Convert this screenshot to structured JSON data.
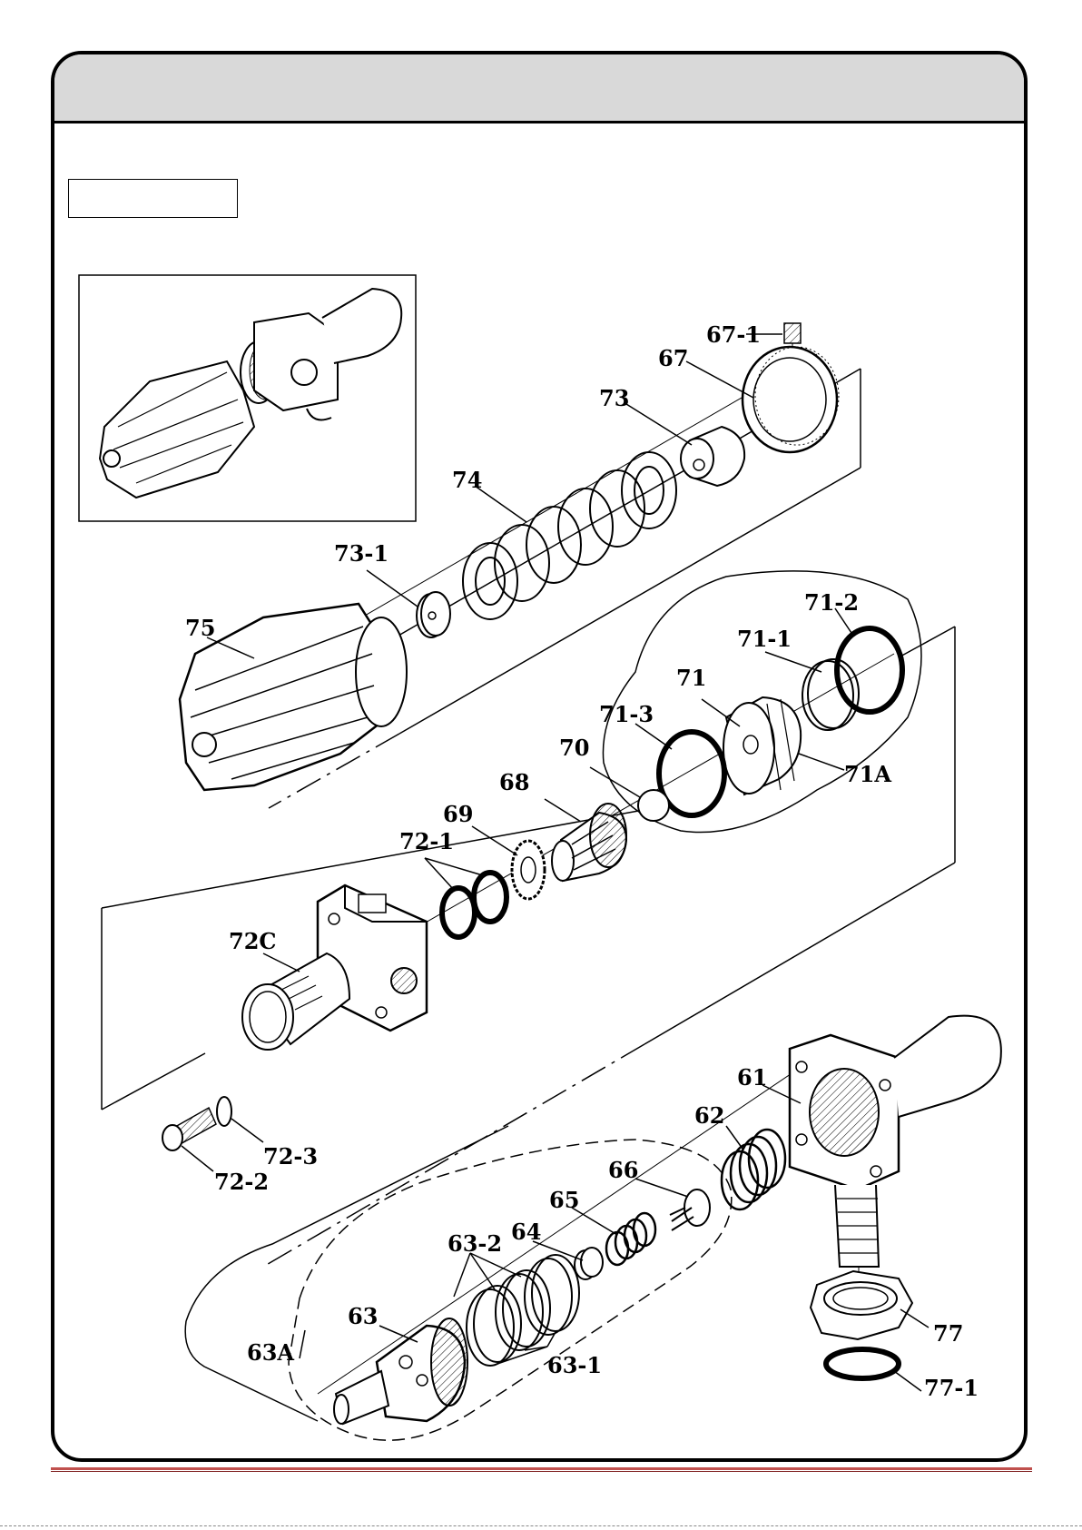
{
  "parts": [
    {
      "id": "p67-1",
      "label": "67-1"
    },
    {
      "id": "p67",
      "label": "67"
    },
    {
      "id": "p73",
      "label": "73"
    },
    {
      "id": "p74",
      "label": "74"
    },
    {
      "id": "p73-1",
      "label": "73-1"
    },
    {
      "id": "p75",
      "label": "75"
    },
    {
      "id": "p71-2",
      "label": "71-2"
    },
    {
      "id": "p71-1",
      "label": "71-1"
    },
    {
      "id": "p71",
      "label": "71"
    },
    {
      "id": "p71-3",
      "label": "71-3"
    },
    {
      "id": "p70",
      "label": "70"
    },
    {
      "id": "p71A",
      "label": "71A"
    },
    {
      "id": "p68",
      "label": "68"
    },
    {
      "id": "p69",
      "label": "69"
    },
    {
      "id": "p72-1",
      "label": "72-1"
    },
    {
      "id": "p72C",
      "label": "72C"
    },
    {
      "id": "p72-3",
      "label": "72-3"
    },
    {
      "id": "p72-2",
      "label": "72-2"
    },
    {
      "id": "p61",
      "label": "61"
    },
    {
      "id": "p62",
      "label": "62"
    },
    {
      "id": "p66",
      "label": "66"
    },
    {
      "id": "p65",
      "label": "65"
    },
    {
      "id": "p64",
      "label": "64"
    },
    {
      "id": "p63-2",
      "label": "63-2"
    },
    {
      "id": "p63",
      "label": "63"
    },
    {
      "id": "p63A",
      "label": "63A"
    },
    {
      "id": "p63-1",
      "label": "63-1"
    },
    {
      "id": "p77",
      "label": "77"
    },
    {
      "id": "p77-1",
      "label": "77-1"
    }
  ]
}
